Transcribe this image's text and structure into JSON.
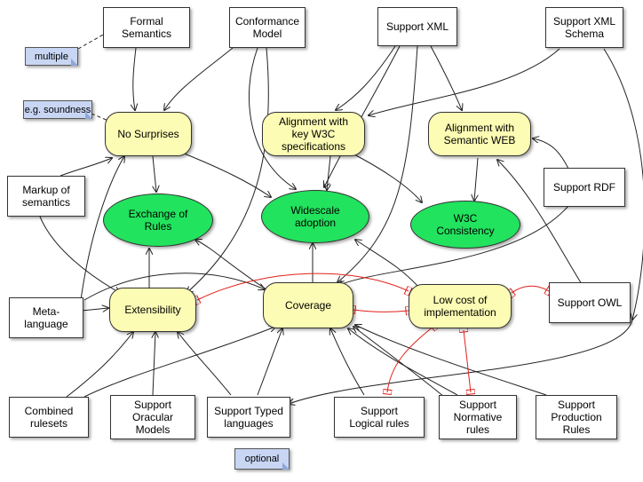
{
  "nodes": {
    "formal_semantics": "Formal\nSemantics",
    "conformance_model": "Conformance\nModel",
    "support_xml": "Support XML",
    "support_xml_schema": "Support XML\nSchema",
    "note_multiple": "multiple",
    "note_soundness": "e.g. soundness",
    "no_surprises": "No Surprises",
    "alignment_w3c": "Alignment with\nkey W3C\nspecifications",
    "alignment_semantic_web": "Alignment with\nSemantic WEB",
    "markup_semantics": "Markup of\nsemantics",
    "support_rdf": "Support RDF",
    "exchange_rules": "Exchange of\nRules",
    "widescale_adoption": "Widescale\nadoption",
    "w3c_consistency": "W3C\nConsistency",
    "meta_language": "Meta-\nlanguage",
    "extensibility": "Extensibility",
    "coverage": "Coverage",
    "low_cost": "Low cost of\nimplementation",
    "support_owl": "Support OWL",
    "combined_rulesets": "Combined\nrulesets",
    "support_oracular": "Support\nOracular\nModels",
    "support_typed": "Support Typed\nlanguages",
    "support_logical": "Support\nLogical rules",
    "support_normative": "Support\nNormative\nrules",
    "support_production": "Support\nProduction\nRules",
    "note_optional": "optional"
  },
  "colors": {
    "goal_fill": "#fcfcb4",
    "outcome_fill": "#22e35e",
    "note_fill": "#c8d6f4",
    "conflict_edge": "#e0201a",
    "support_edge": "#222222"
  }
}
